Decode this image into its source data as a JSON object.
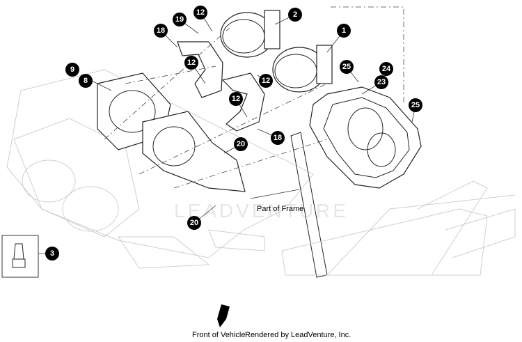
{
  "diagram": {
    "callouts": [
      "1",
      "2",
      "3",
      "8",
      "9",
      "12",
      "12",
      "12",
      "12",
      "18",
      "18",
      "19",
      "20",
      "20",
      "23",
      "24",
      "25",
      "25"
    ],
    "frame_label": "Part of Frame",
    "front_label": "Front of Vehicle",
    "credit": "Rendered by LeadVenture, Inc.",
    "watermark": "LEADVENTURE"
  },
  "colors": {
    "callout_fill": "#000000",
    "line": "#222222",
    "ghost": "#cfcfcf"
  }
}
